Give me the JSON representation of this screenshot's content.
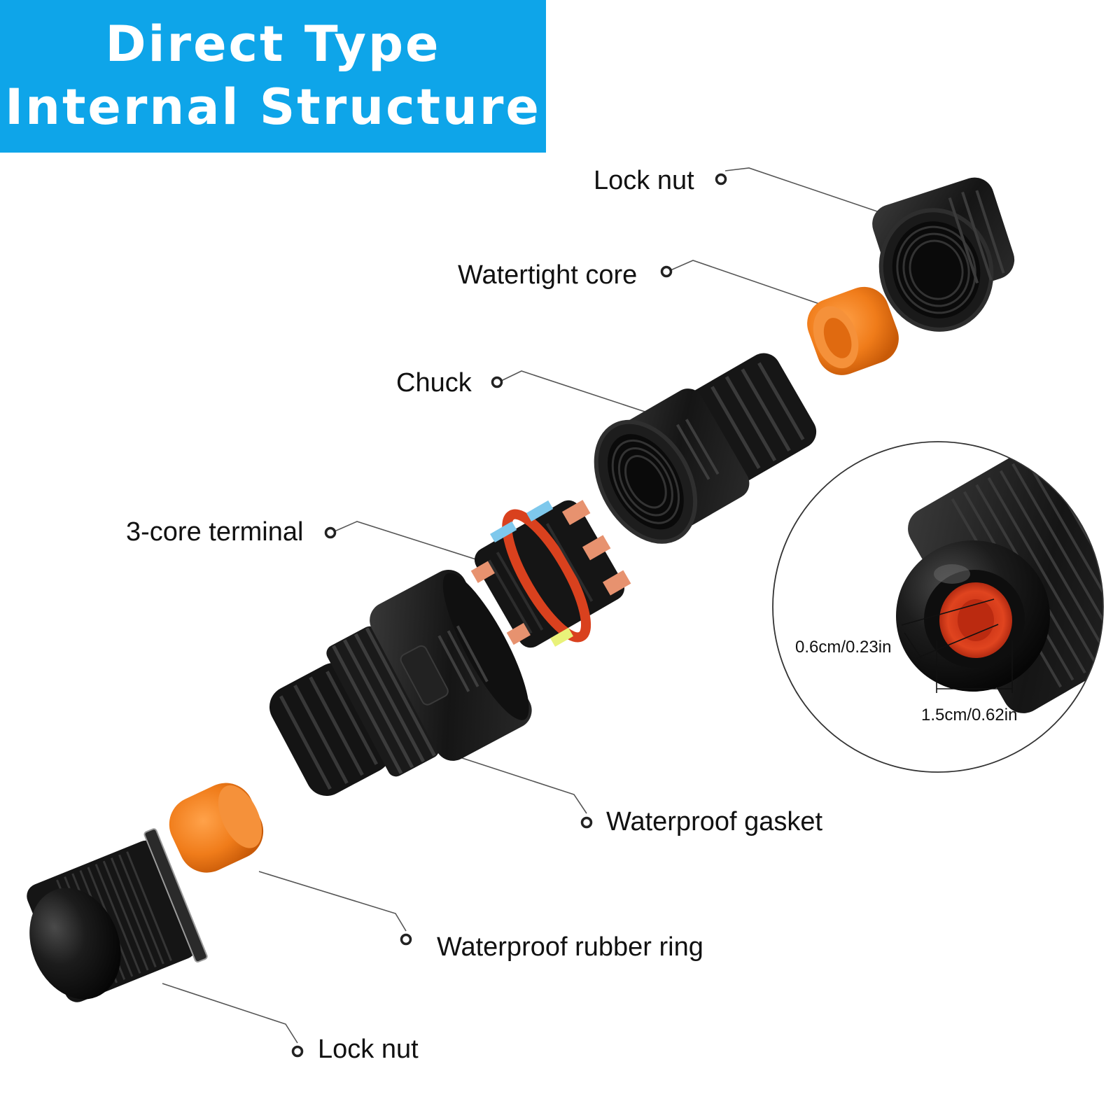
{
  "title": {
    "line1": "Direct Type",
    "line2": "Internal Structure"
  },
  "labels": {
    "lock_nut_top": "Lock nut",
    "watertight_core": "Watertight core",
    "chuck": "Chuck",
    "three_core_terminal": "3-core terminal",
    "waterproof_gasket": "Waterproof gasket",
    "waterproof_rubber_ring": "Waterproof rubber ring",
    "lock_nut_bottom": "Lock nut"
  },
  "dimensions": {
    "inner_diameter": "0.6cm/0.23in",
    "outer_diameter": "1.5cm/0.62in"
  },
  "colors": {
    "banner": "#0ea5e9",
    "orange_ring": "#f07c1a",
    "red_seal": "#d9411e",
    "part_black": "#141414"
  }
}
